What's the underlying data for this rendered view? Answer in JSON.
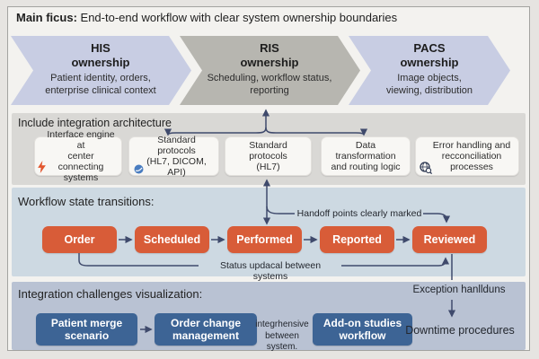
{
  "header": {
    "title_bold": "Main ficus:",
    "title_rest": " End-to-end workflow with clear system ownership boundaries"
  },
  "ownership_chevrons": [
    {
      "heading": "HIS\nownership",
      "description": "Patient identity, orders,\nenterprise clinical context",
      "color": "#c8cde3"
    },
    {
      "heading": "RIS\nownership",
      "description": "Scheduling, workflow status,\nreporting",
      "color": "#b7b6b0"
    },
    {
      "heading": "PACS\nownership",
      "description": "Image objects,\nviewing, distribution",
      "color": "#c8cde3"
    }
  ],
  "integration": {
    "title": "Include integration architecture",
    "boxes": [
      {
        "label": "Interface engine at\ncenter\nconnecting systems",
        "icon": "lightning-icon"
      },
      {
        "label": "Standard protocols\n(HL7, DICOM,\nAPI)",
        "icon": "protocol-sphere-icon"
      },
      {
        "label": "Standard protocols\n(HL7)",
        "icon": ""
      },
      {
        "label": "Data transformation\nand routing logic",
        "icon": ""
      },
      {
        "label": "Error handling and\nrecconciliation\nprocesses",
        "icon": "globe-magnifier-icon"
      }
    ]
  },
  "workflow": {
    "title": "Workflow state transitions:",
    "states": [
      "Order",
      "Scheduled",
      "Performed",
      "Reported",
      "Reviewed"
    ],
    "handoff_label": "Handoff points clearly marked",
    "status_label": "Status updacal between systems"
  },
  "challenges": {
    "title": "Integration challenges visualization:",
    "boxes": [
      "Patient merge\nscenario",
      "Order change\nmanagement",
      "Add-on studies\nworkflow"
    ],
    "note": "integrhensive\nbetween system.",
    "exception_label": "Exception hanllduns",
    "downtime_label": "Downtime procedures"
  },
  "colors": {
    "chevron_his_pacs": "#c8cde3",
    "chevron_ris": "#b7b6b0",
    "integration_band": "#d9d8d5",
    "workflow_band": "#cdd9e2",
    "challenges_band": "#b9c2d3",
    "state_box_orange": "#d85c38",
    "challenge_box_blue": "#3d6495",
    "connector": "#3f4a6c",
    "card_bg": "#f8f7f4"
  }
}
